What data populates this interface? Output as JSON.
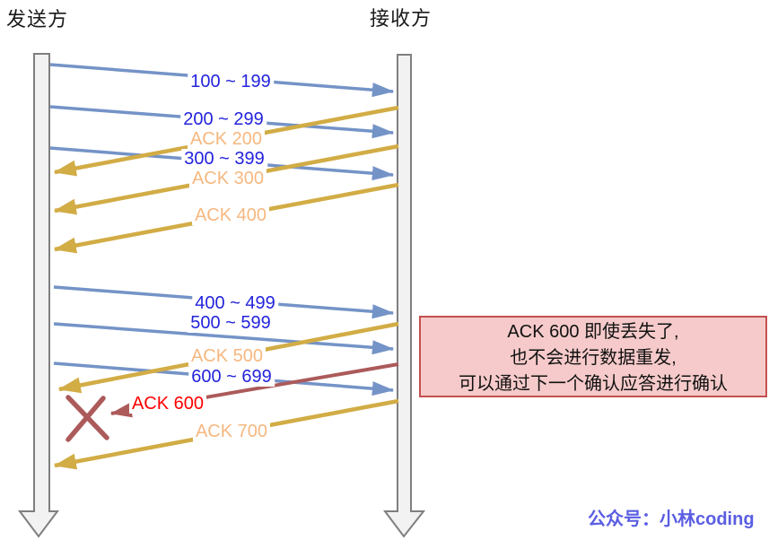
{
  "actors": {
    "sender": "发送方",
    "receiver": "接收方"
  },
  "segments": [
    "100 ~ 199",
    "200 ~ 299",
    "300 ~ 399",
    "400 ~ 499",
    "500 ~ 599",
    "600 ~ 699"
  ],
  "acks": [
    "ACK 200",
    "ACK 300",
    "ACK 400",
    "ACK 500",
    "ACK 600",
    "ACK 700"
  ],
  "annotation": {
    "lines": [
      "ACK 600 即使丢失了,",
      "也不会进行数据重发,",
      "可以通过下一个确认应答进行确认"
    ]
  },
  "watermark": "公众号：小林coding",
  "colors": {
    "data_arrow": "#7493c7",
    "segment_text": "#2323dc",
    "ack_arrow": "#d2ac45",
    "ack_text": "#f6b880",
    "lost_arrow": "#ac5a5a",
    "lost_text": "#ff0000",
    "note_bg": "#f6caca",
    "note_border": "#c2504e",
    "lifeline_fill": "#f2f2f2",
    "lifeline_stroke": "#7f7f7f",
    "watermark": "#5a5ee2"
  }
}
